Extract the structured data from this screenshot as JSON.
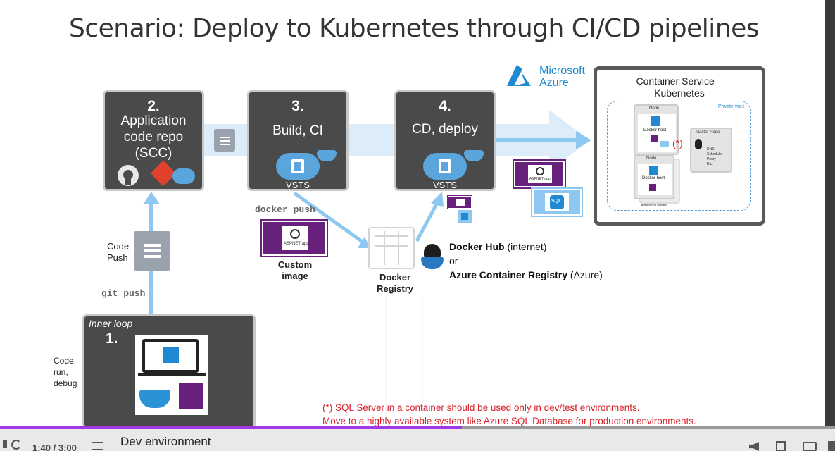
{
  "title": "Scenario: Deploy to Kubernetes through CI/CD pipelines",
  "azure_logo": {
    "line1": "Microsoft",
    "line2": "Azure"
  },
  "steps": {
    "repo": {
      "number": "2.",
      "label": "Application\ncode repo\n(SCC)"
    },
    "build": {
      "number": "3.",
      "label": "Build, CI",
      "service": "VSTS"
    },
    "deploy": {
      "number": "4.",
      "label": "CD, deploy",
      "service": "VSTS"
    },
    "inner": {
      "caption": "Inner loop",
      "number": "1."
    }
  },
  "k8s": {
    "title": "Container Service –\nKubernetes",
    "private_vnet": "Private vnet",
    "node_label": "Node",
    "docker_host": "Docker host",
    "asterisk": "(*)",
    "master_node": "Master Node",
    "master_items": [
      "DNS",
      "Scheduler",
      "Proxy",
      "Etc."
    ],
    "additional_nodes": "Additional nodes"
  },
  "labels": {
    "code_push": "Code\nPush",
    "git_push": "git push",
    "docker_push": "docker push",
    "custom_image": "Custom\nimage",
    "docker_registry": "Docker\nRegistry",
    "code_run_debug": "Code,\nrun,\ndebug",
    "aspnet_app": "ASPNET app",
    "sql": "SQL",
    "dev_environment": "Dev environment"
  },
  "registry_text": {
    "hub_bold": "Docker Hub",
    "hub_rest": " (internet)",
    "or": "or",
    "acr_bold": "Azure Container Registry",
    "acr_rest": "  (Azure)"
  },
  "footnote": {
    "line1": "(*) SQL Server in a container should be used only in dev/test environments.",
    "line2": "Move to a highly available system like Azure SQL Database for production environments."
  },
  "player": {
    "time": "1:40 / 3:00",
    "progress": 0.553,
    "buffered": 0.553
  },
  "colors": {
    "box_bg": "#4a4a4a",
    "arrow": "#8ec8f0",
    "pipeline_band": "#dcecf9",
    "purple": "#68217a",
    "azure_blue": "#1f8ad2",
    "footnote_red": "#d9232b",
    "progress": "#a238e8"
  }
}
